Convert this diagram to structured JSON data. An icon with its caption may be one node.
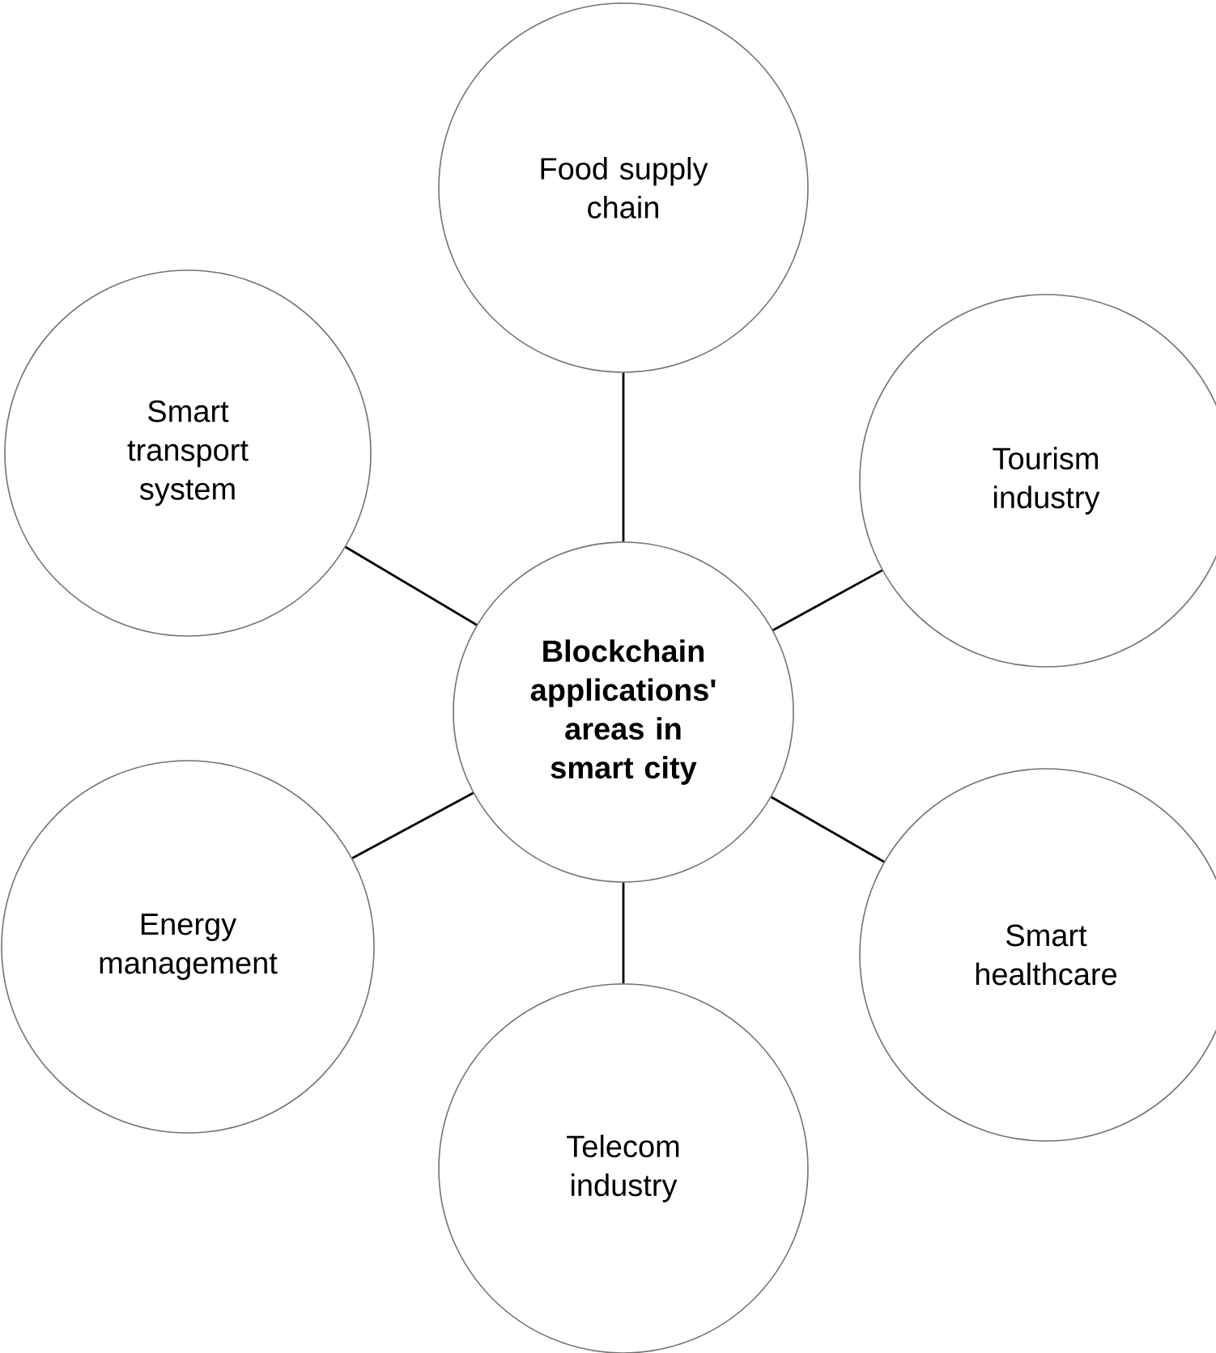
{
  "diagram": {
    "nodes": [
      {
        "text": [
          "Food supply chain"
        ]
      },
      {
        "text": [
          "Smart transport system"
        ]
      },
      {
        "text": [
          "Tourism industry"
        ]
      },
      {
        "text": [
          "Blockchain applications' areas in smart city"
        ]
      },
      {
        "text": [
          "Energy management"
        ]
      },
      {
        "text": [
          "Smart healthcare"
        ]
      },
      {
        "text": [
          "Telecom industry"
        ]
      }
    ],
    "edges": [
      {
        "from": 3,
        "to": 0,
        "arrow": "none"
      },
      {
        "from": 3,
        "to": 1,
        "arrow": "none"
      },
      {
        "from": 3,
        "to": 2,
        "arrow": "none"
      },
      {
        "from": 3,
        "to": 4,
        "arrow": "none"
      },
      {
        "from": 3,
        "to": 5,
        "arrow": "none"
      },
      {
        "from": 3,
        "to": 6,
        "arrow": "none"
      }
    ]
  }
}
